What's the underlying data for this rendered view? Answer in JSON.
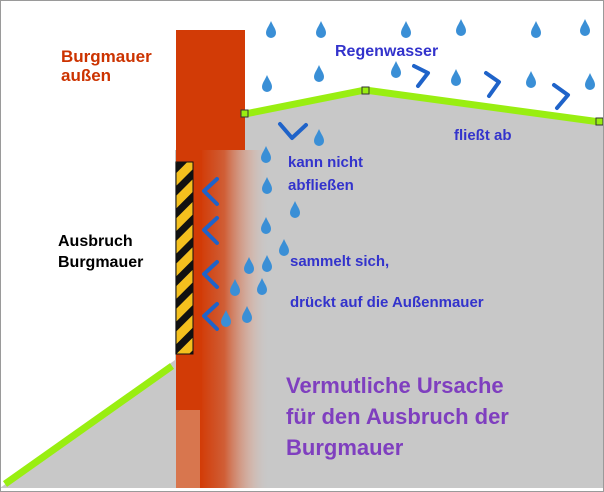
{
  "labels": {
    "wall_outside_line1": "Burgmauer",
    "wall_outside_line2": "außen",
    "rainwater": "Regenwasser",
    "flows_off": "fließt ab",
    "cannot_drain_line1": "kann nicht",
    "cannot_drain_line2": "abfließen",
    "collapse_line1": "Ausbruch",
    "collapse_line2": "Burgmauer",
    "collects": "sammelt sich,",
    "presses": "drückt auf die Außenmauer",
    "cause_line1": "Vermutliche Ursache",
    "cause_line2": "für den Ausbruch der",
    "cause_line3": "Burgmauer"
  },
  "colors": {
    "wall": "#d23b06",
    "ground": "#c8c8c8",
    "green_line": "#99ee11",
    "drops": "#3a8fd6",
    "arrows": "#1f63c9",
    "blue_text": "#3333cc",
    "purple_text": "#7f3fbf",
    "red_text": "#cc3300"
  },
  "icons": {
    "raindrop": "raindrop-icon",
    "flow_arrow": "chevron-right-icon",
    "pressure_arrow": "chevron-left-icon",
    "down_arrow": "chevron-down-icon",
    "hazard_stripes": "hazard-stripes-icon"
  }
}
